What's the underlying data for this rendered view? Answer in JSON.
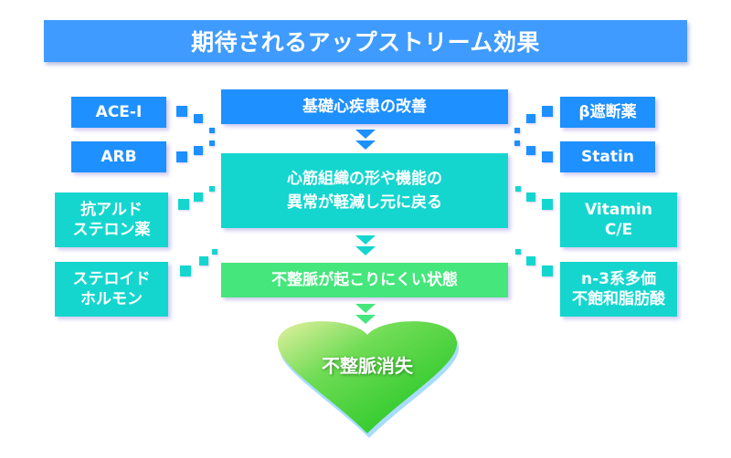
{
  "title": "期待されるアップストリーム効果",
  "colors": {
    "title_bg": "#3f9bff",
    "blue": "#1e90ff",
    "teal": "#14d6cf",
    "green": "#45e67c"
  },
  "center_flow": [
    {
      "label": "基礎心疾患の改善",
      "color": "blue"
    },
    {
      "label_lines": [
        "心筋組織の形や機能の",
        "異常が軽減し元に戻る"
      ],
      "color": "teal"
    },
    {
      "label": "不整脈が起こりにくい状態",
      "color": "green"
    }
  ],
  "result": {
    "label": "不整脈消失",
    "shape": "heart"
  },
  "left_items": [
    {
      "lines": [
        "ACE-I"
      ],
      "color": "blue"
    },
    {
      "lines": [
        "ARB"
      ],
      "color": "blue"
    },
    {
      "lines": [
        "抗アルド",
        "ステロン薬"
      ],
      "color": "teal"
    },
    {
      "lines": [
        "ステロイド",
        "ホルモン"
      ],
      "color": "teal"
    }
  ],
  "right_items": [
    {
      "lines": [
        "β遮断薬"
      ],
      "color": "blue"
    },
    {
      "lines": [
        "Statin"
      ],
      "color": "blue"
    },
    {
      "lines": [
        "Vitamin",
        "C/E"
      ],
      "color": "teal"
    },
    {
      "lines": [
        "n-3系多価",
        "不飽和脂肪酸"
      ],
      "color": "teal"
    }
  ],
  "arrow_icon": "double-down-triangle"
}
